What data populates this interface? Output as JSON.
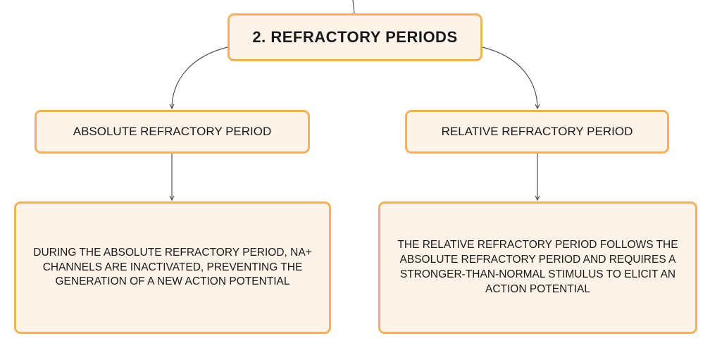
{
  "diagram": {
    "root": {
      "label": "2. REFRACTORY PERIODS"
    },
    "branches": [
      {
        "label": "ABSOLUTE REFRACTORY PERIOD",
        "description": "DURING THE ABSOLUTE REFRACTORY PERIOD, NA+ CHANNELS ARE INACTIVATED, PREVENTING THE GENERATION OF A NEW ACTION POTENTIAL"
      },
      {
        "label": "RELATIVE REFRACTORY PERIOD",
        "description": "THE RELATIVE REFRACTORY PERIOD FOLLOWS THE ABSOLUTE REFRACTORY PERIOD AND REQUIRES A STRONGER-THAN-NORMAL STIMULUS TO ELICIT AN ACTION POTENTIAL"
      }
    ]
  },
  "colors": {
    "node_border": "#f0b25c",
    "node_fill": "#fdf3e9",
    "connector": "#555555"
  }
}
